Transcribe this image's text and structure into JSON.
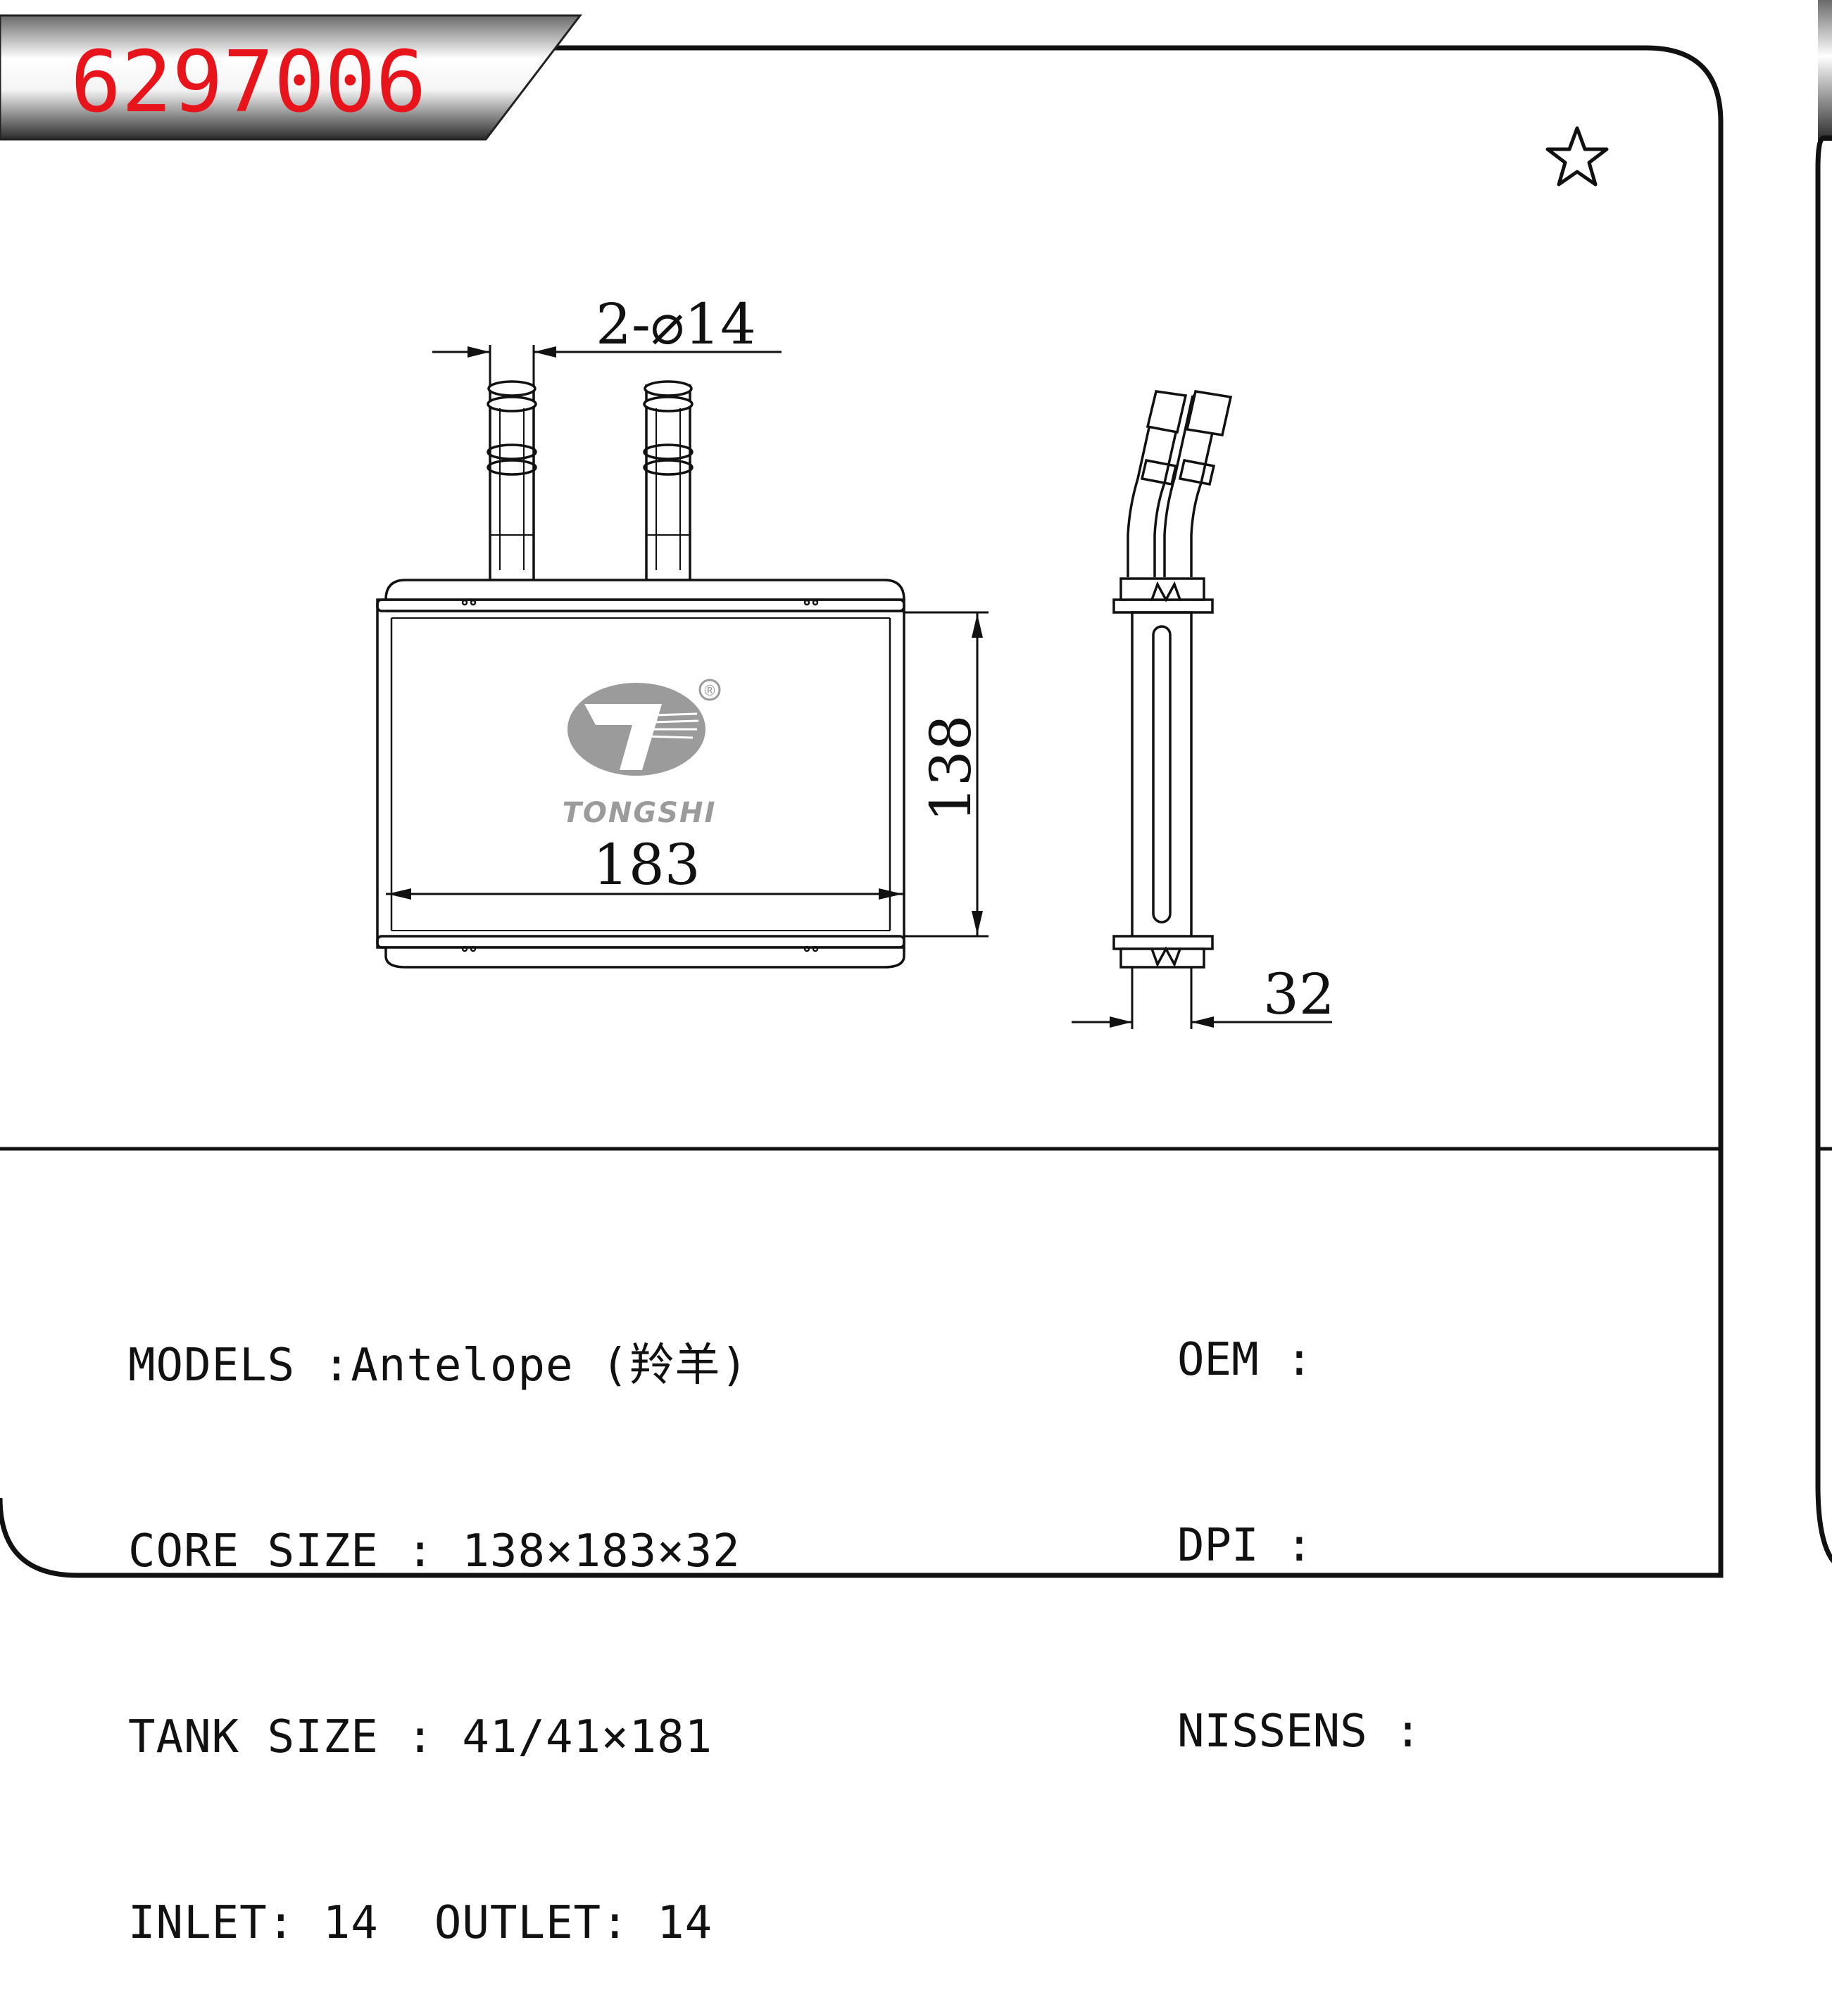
{
  "part_number": "6297006",
  "colors": {
    "part_number": "#e8141b",
    "line": "#111111",
    "logo": "#9b9b9b"
  },
  "favorite_icon": "star-outline-icon",
  "logo": {
    "brand": "TONGSHI",
    "registered": "®"
  },
  "dimensions": {
    "pipe_label": "2-⌀14",
    "height": "138",
    "width": "183",
    "depth": "32"
  },
  "specs": {
    "models_label": "MODELS",
    "models_value": ":Antelope (羚羊)",
    "core_label": "CORE SIZE",
    "core_value": ": 138×183×32",
    "tank_label": "TANK SIZE",
    "tank_value": ": 41/41×181",
    "inlet_label": "INLET:",
    "inlet_value": "14",
    "outlet_label": "OUTLET:",
    "outlet_value": "14"
  },
  "references": {
    "oem_label": "OEM",
    "oem_sep": ":",
    "dpi_label": "DPI",
    "dpi_sep": ":",
    "nissens_label": "NISSENS",
    "nissens_sep": ":"
  }
}
